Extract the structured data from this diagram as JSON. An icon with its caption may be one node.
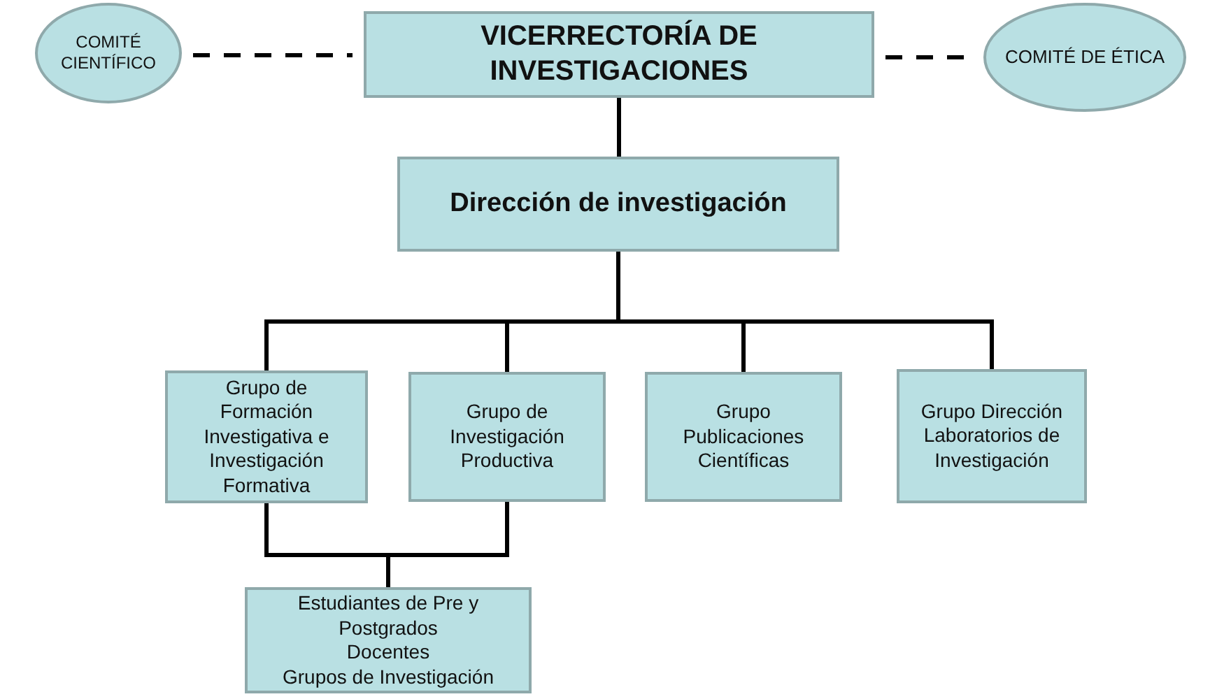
{
  "diagram": {
    "nodes": [
      {
        "text": [
          "COMITÉ CIENTÍFICO"
        ]
      },
      {
        "text": [
          "VICERRECTORÍA DE INVESTIGACIONES"
        ]
      },
      {
        "text": [
          "COMITÉ DE ÉTICA"
        ]
      },
      {
        "text": [
          "Dirección de investigación"
        ]
      },
      {
        "text": [
          "Grupo de Formación Investigativa e Investigación Formativa"
        ]
      },
      {
        "text": [
          "Grupo de Investigación Productiva"
        ]
      },
      {
        "text": [
          "Grupo Publicaciones Científicas"
        ]
      },
      {
        "text": [
          "Grupo Dirección Laboratorios de Investigación"
        ]
      },
      {
        "text": [
          "Estudiantes de Pre y Postgrados",
          "Docentes",
          "Grupos de Investigación"
        ]
      }
    ],
    "edges": [
      {
        "from": 0,
        "to": 1,
        "arrow": "none",
        "style": "dashed"
      },
      {
        "from": 1,
        "to": 2,
        "arrow": "none",
        "style": "dashed"
      },
      {
        "from": 1,
        "to": 3,
        "arrow": "none"
      },
      {
        "from": 3,
        "to": 4,
        "arrow": "none"
      },
      {
        "from": 3,
        "to": 5,
        "arrow": "none"
      },
      {
        "from": 3,
        "to": 6,
        "arrow": "none"
      },
      {
        "from": 3,
        "to": 7,
        "arrow": "none"
      },
      {
        "from": 4,
        "to": 8,
        "arrow": "none"
      },
      {
        "from": 5,
        "to": 8,
        "arrow": "none"
      }
    ]
  }
}
